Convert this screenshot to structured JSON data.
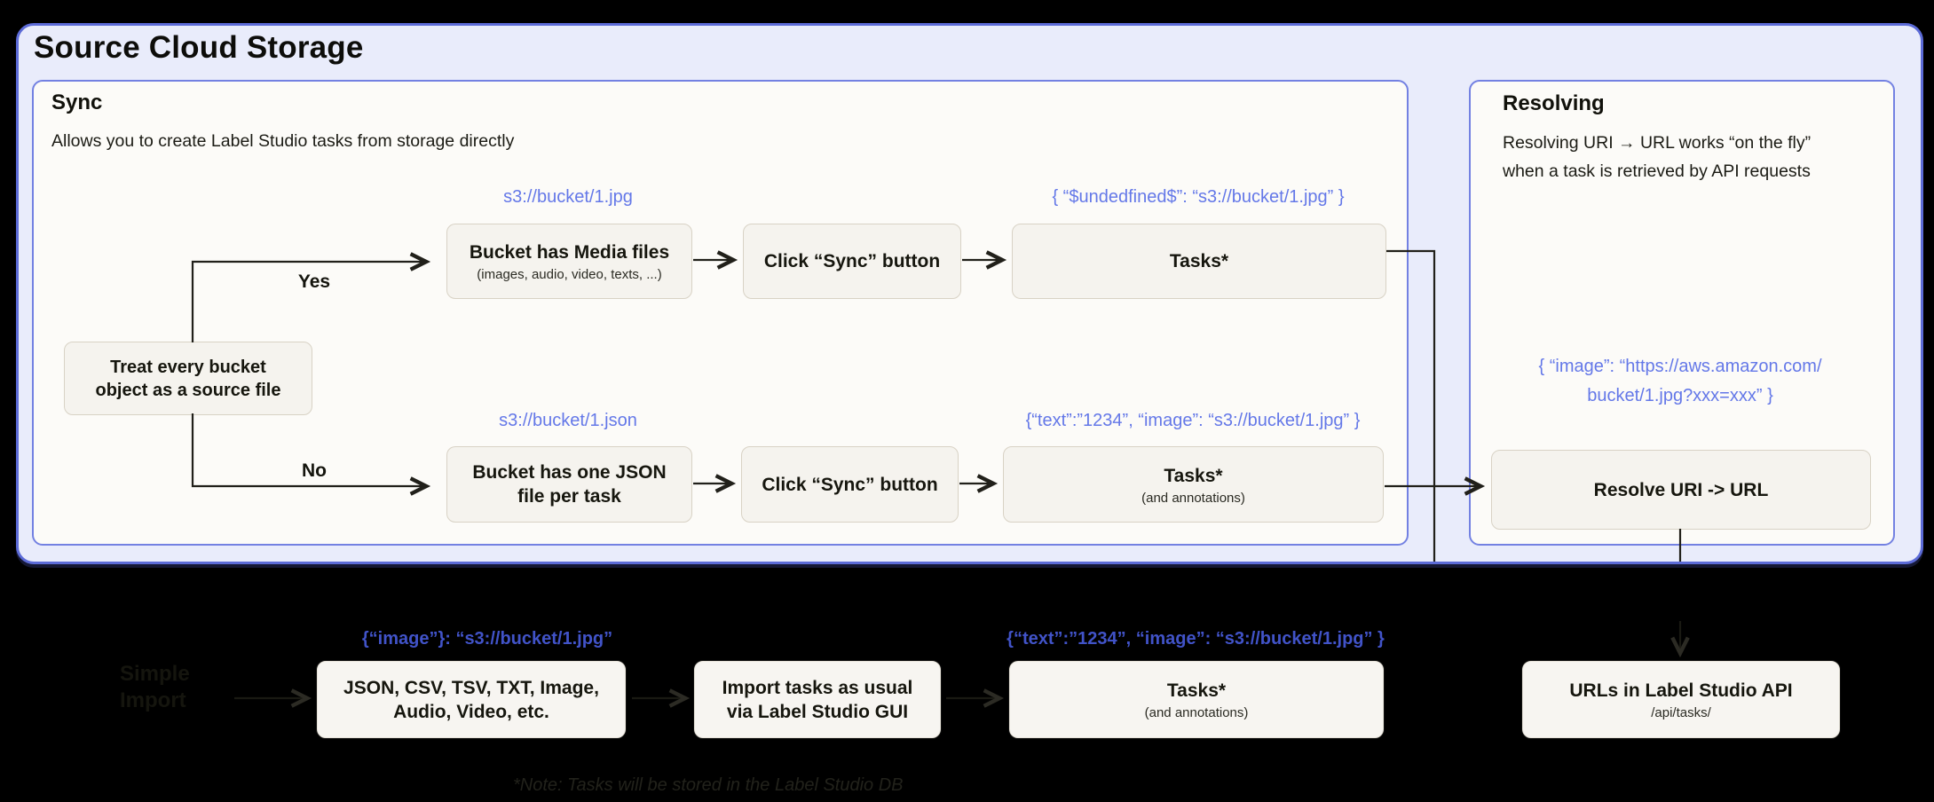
{
  "page": {
    "title": "Source Cloud Storage"
  },
  "sync_panel": {
    "title": "Sync",
    "description": "Allows you to create Label Studio tasks from storage directly",
    "decision_box": {
      "line1": "Treat every bucket",
      "line2": "object as a source file"
    },
    "yes_label": "Yes",
    "no_label": "No",
    "row_media": {
      "uri_label": "s3://bucket/1.jpg",
      "bucket_box_title": "Bucket has Media files",
      "bucket_box_subtitle": "(images, audio, video, texts, ...)",
      "sync_button_label": "Click “Sync” button",
      "tasks_json_label": "{ “$undedfined$”: “s3://bucket/1.jpg” }",
      "tasks_title": "Tasks*"
    },
    "row_json": {
      "uri_label": "s3://bucket/1.json",
      "bucket_box_line1": "Bucket has one JSON",
      "bucket_box_line2": "file per task",
      "sync_button_label": "Click “Sync” button",
      "tasks_json_label": "{“text”:”1234”,  “image”: “s3://bucket/1.jpg” }",
      "tasks_title": "Tasks*",
      "tasks_subtitle": "(and annotations)"
    }
  },
  "resolving_panel": {
    "title": "Resolving",
    "description_line1": "Resolving URI → URL works “on the fly”",
    "description_line2": "when a task is retrieved by API requests",
    "resolved_json_line1": "{ “image”: “https://aws.amazon.com/",
    "resolved_json_line2": "bucket/1.jpg?xxx=xxx” }",
    "resolve_box_label": "Resolve URI -> URL"
  },
  "bottom_row": {
    "simple_import_line1": "Simple",
    "simple_import_line2": "Import",
    "formats_json_label": "{“image”}: “s3://bucket/1.jpg”",
    "formats_box_line1": "JSON, CSV, TSV, TXT, Image,",
    "formats_box_line2": "Audio, Video, etc.",
    "import_box_line1": "Import tasks as usual",
    "import_box_line2": "via Label Studio GUI",
    "tasks_json_label": "{“text”:”1234”,  “image”: “s3://bucket/1.jpg” }",
    "tasks_title": "Tasks*",
    "tasks_subtitle": "(and annotations)",
    "api_box_title": "URLs in Label Studio API",
    "api_box_subtitle": "/api/tasks/",
    "note": "*Note: Tasks will be stored in the Label Studio DB"
  },
  "colors": {
    "outer_border": "#5c6bd7",
    "outer_background": "#e9ecfb",
    "panel_background": "#fcfbf8",
    "panel_border": "#7381e2",
    "box_background": "#f5f3ee",
    "box_border": "#d8d2c5",
    "blue_text_light_bg": "#6478e8",
    "blue_text_dark_bg": "#4153c8",
    "arrow": "#21201a",
    "page_background": "#000000"
  }
}
